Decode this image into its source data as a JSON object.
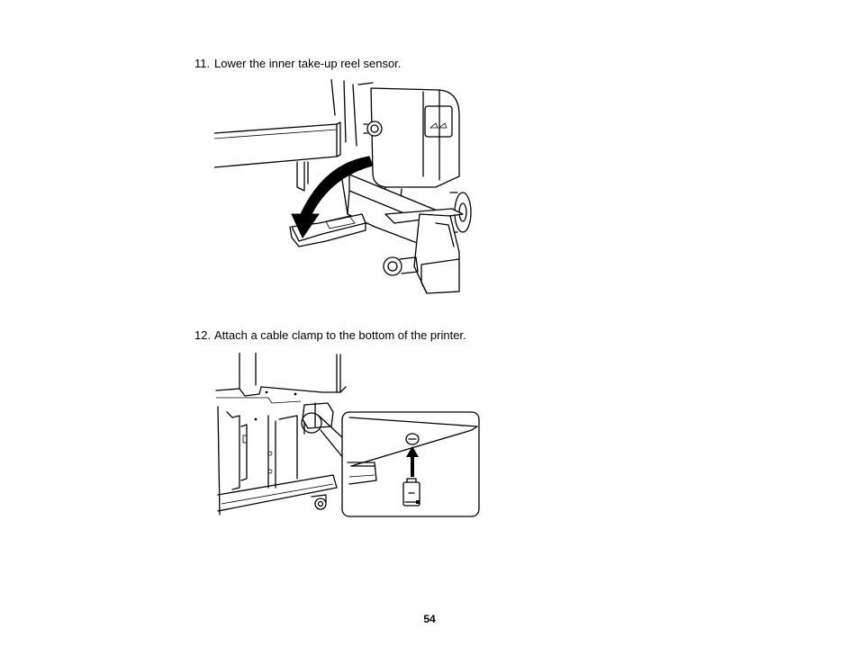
{
  "steps": [
    {
      "number": "11.",
      "text": "Lower the inner take-up reel sensor."
    },
    {
      "number": "12.",
      "text": "Attach a cable clamp to the bottom of the printer."
    }
  ],
  "page_number": "54"
}
